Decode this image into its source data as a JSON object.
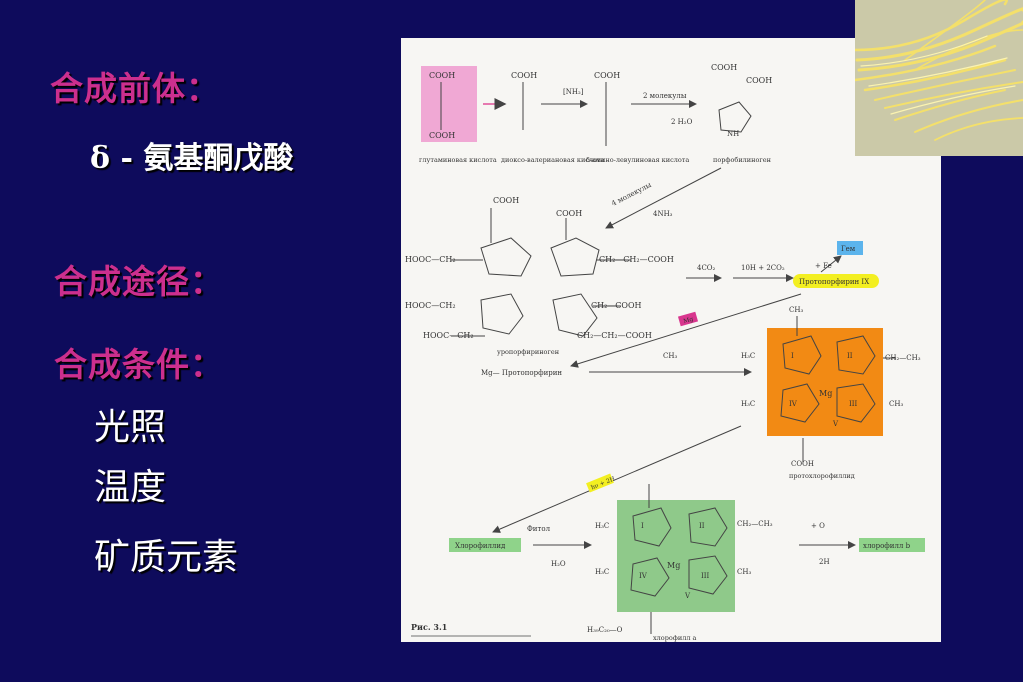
{
  "slide": {
    "headings": {
      "precursor": "合成前体：",
      "pathway": "合成途径：",
      "conditions": "合成条件："
    },
    "precursor_name": "δ - 氨基酮戊酸",
    "conditions_items": [
      "光照",
      "温度",
      "矿质元素"
    ]
  },
  "figure": {
    "caption": "Рис. 3.1",
    "labels": {
      "glutamate": "глутаминовая кислота",
      "dioxovaleric": "диоксо-валериановая кислота",
      "ala": "δ-амино-левулиновая кислота",
      "porphobilinogen": "порфобилиноген",
      "two_molecules": "2 молекулы",
      "two_h2o": "2 H₂O",
      "four_molecules": "4 молекулы",
      "four_nh3": "4NH₃",
      "nh2_bracket": "[NH₂]",
      "uroporphyrinogen": "уропорфириноген",
      "four_co2": "4CO₂",
      "co2_step": "10H + 2CO₂",
      "plus_fe": "+ Fe",
      "heme": "Гем",
      "protoporphyrin": "Протопорфирин IX",
      "mg": "Mg",
      "mg_protoporphyrin": "Mg— Протопорфирин",
      "ch3": "CH₃",
      "protochlorophyllide": "протохлорофиллид",
      "hv_2h": "hν + 2H",
      "chlorophyllide": "Хлорофиллид",
      "phytol": "Фитол",
      "h2o": "H₂O",
      "plus_o": "+ O",
      "two_h": "2H",
      "chlorophyll_b": "хлорофилл b",
      "chlorophyll_a": "хлорофилл a",
      "cooh": "COOH",
      "nh": "NH",
      "hooc_ch2": "HOOC—CH₂",
      "ch2_ch2_cooh": "CH₂—CH₂—COOH",
      "ch2_cooh": "CH₂—COOH",
      "ch2_ch3": "CH₂—CH₃",
      "h3c": "H₃C",
      "ring_1": "I",
      "ring_2": "II",
      "ring_3": "III",
      "ring_4": "IV",
      "ring_5": "V",
      "phytyl": "H₃₉C₂₀—O"
    }
  }
}
